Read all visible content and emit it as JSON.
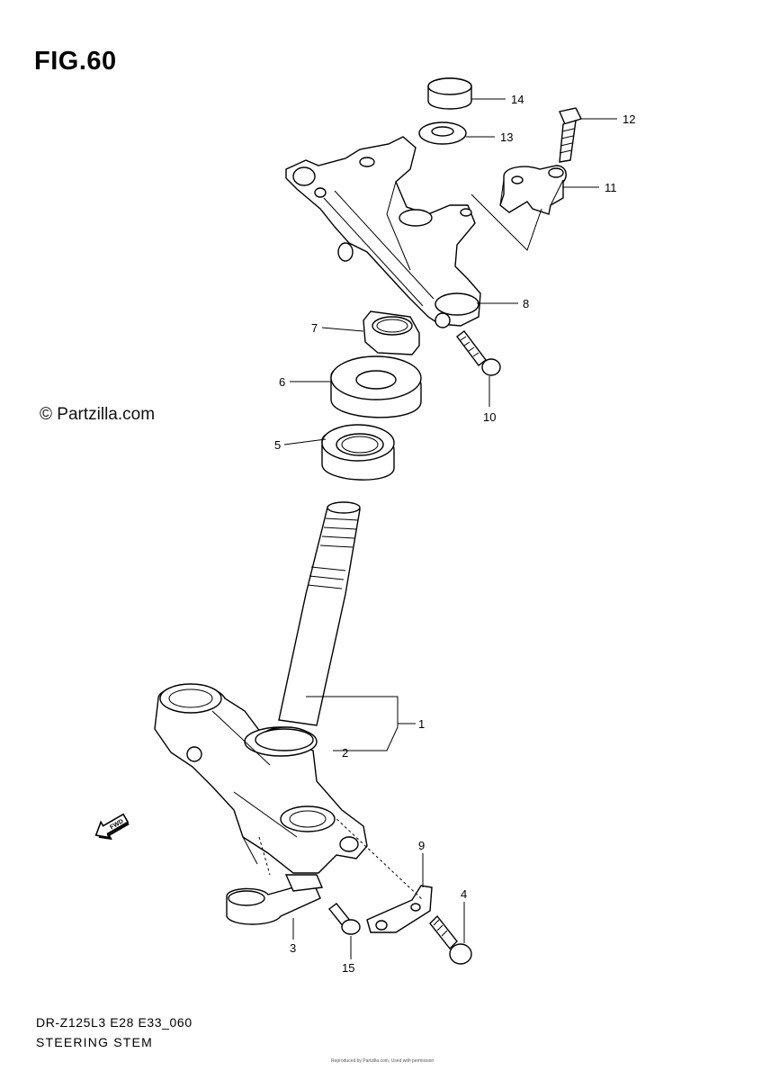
{
  "figure": {
    "title": "FIG.60",
    "watermark": "© Partzilla.com",
    "model_code": "DR-Z125L3 E28 E33_060",
    "section_name": "STEERING STEM",
    "fine_print": "Reproduced by Partzilla.com, Used with permission"
  },
  "callouts": {
    "c1": "1",
    "c2": "2",
    "c3": "3",
    "c4": "4",
    "c5": "5",
    "c6": "6",
    "c7": "7",
    "c8": "8",
    "c9": "9",
    "c10": "10",
    "c11": "11",
    "c12": "12",
    "c13": "13",
    "c14": "14",
    "c15": "15"
  },
  "direction_arrow": {
    "label": "FWD",
    "icon": "forward-direction-arrow-icon"
  }
}
